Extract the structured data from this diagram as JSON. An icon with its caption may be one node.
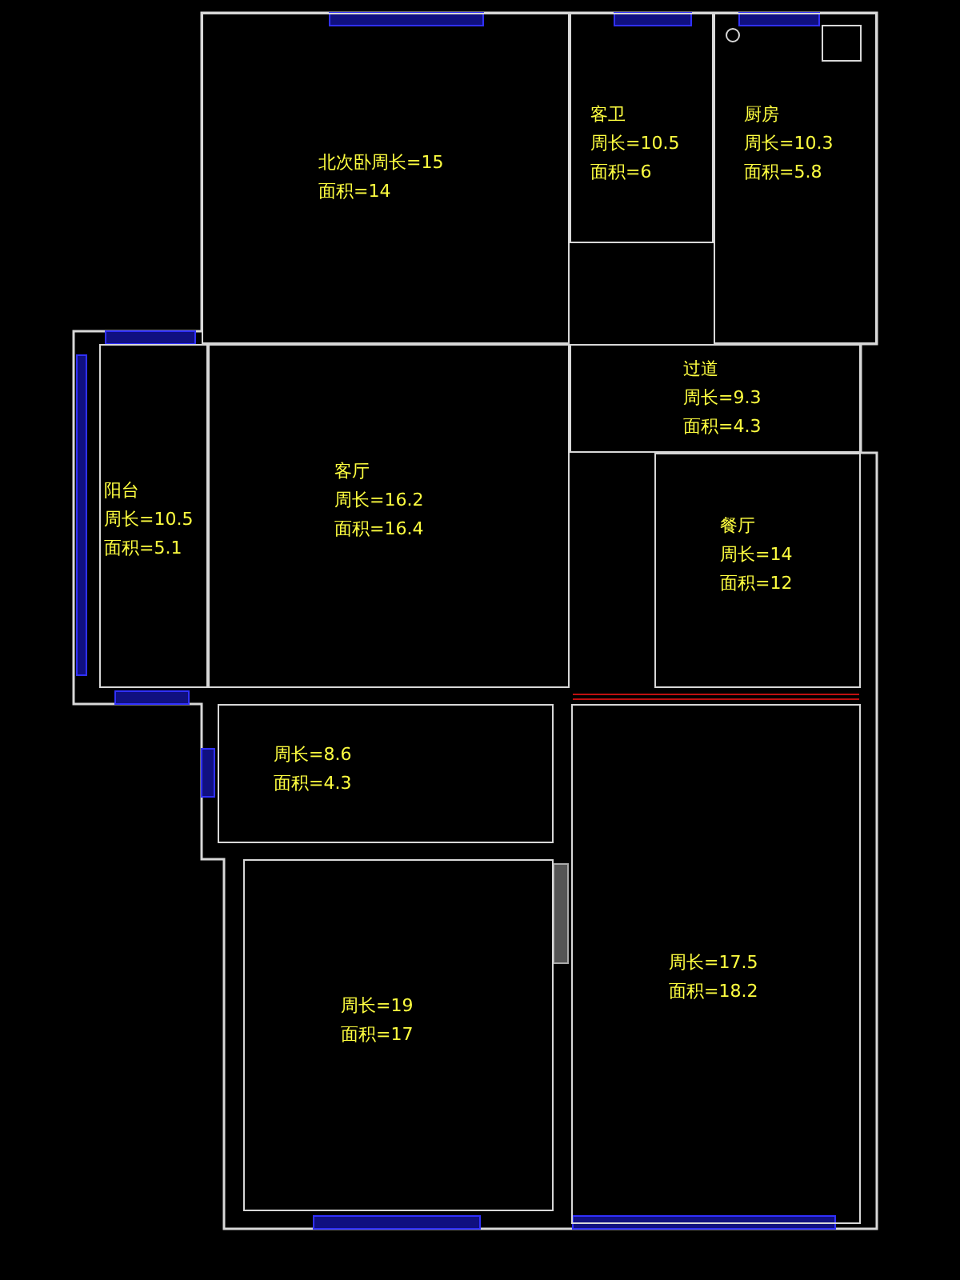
{
  "diagram": {
    "nodes": [
      {
        "text": [
          "北次卧周长=15",
          "面积=14"
        ]
      },
      {
        "text": [
          "客卫",
          "周长=10.5",
          "面积=6"
        ]
      },
      {
        "text": [
          "厨房",
          "周长=10.3",
          "面积=5.8"
        ]
      },
      {
        "text": [
          "过道",
          "周长=9.3",
          "面积=4.3"
        ]
      },
      {
        "text": [
          "阳台",
          "周长=10.5",
          "面积=5.1"
        ]
      },
      {
        "text": [
          "客厅",
          "周长=16.2",
          "面积=16.4"
        ]
      },
      {
        "text": [
          "餐厅",
          "周长=14",
          "面积=12"
        ]
      },
      {
        "text": [
          "周长=8.6",
          "面积=4.3"
        ]
      },
      {
        "text": [
          "周长=19",
          "面积=17"
        ]
      },
      {
        "text": [
          "周长=17.5",
          "面积=18.2"
        ]
      }
    ]
  }
}
